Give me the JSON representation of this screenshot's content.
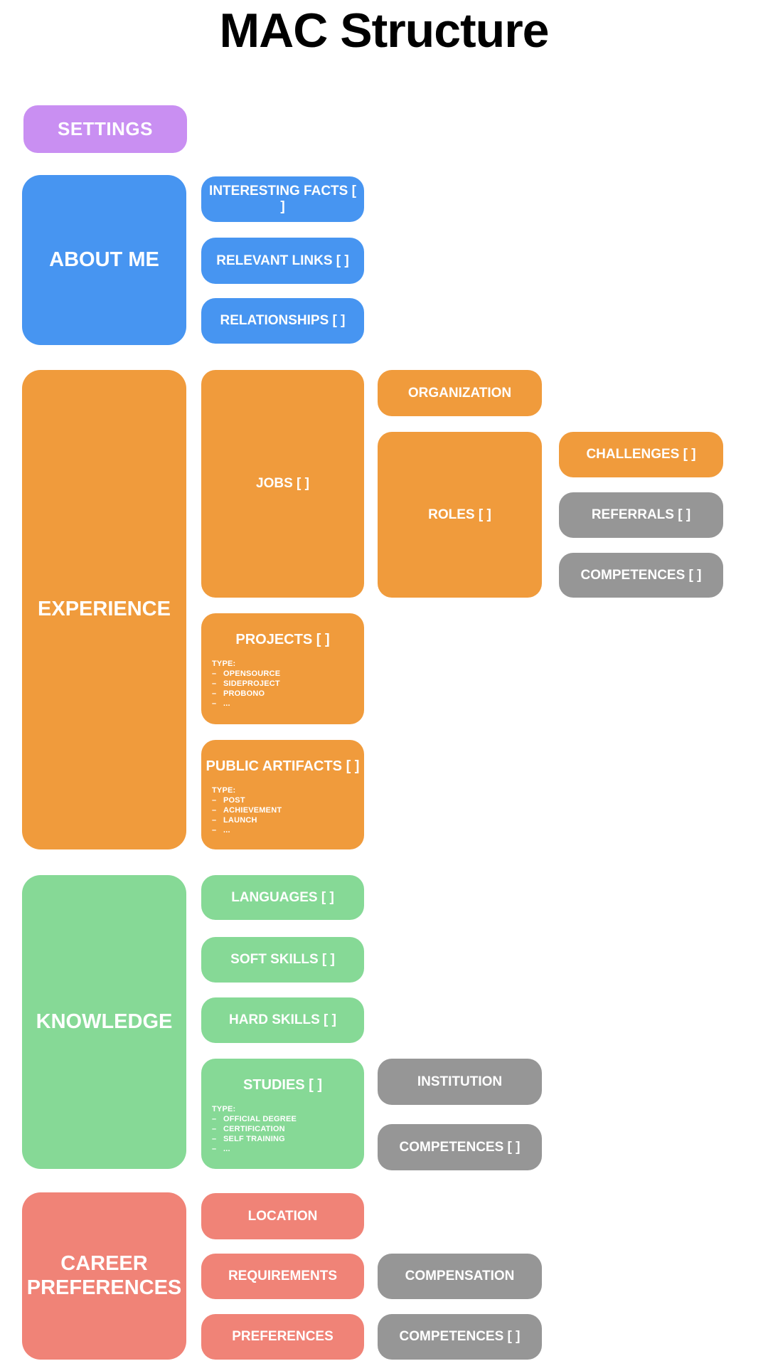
{
  "title": "MAC Structure",
  "bullet": "–",
  "colors": {
    "purple": "#c98ff2",
    "blue": "#4795f1",
    "orange": "#f09b3c",
    "green": "#86d996",
    "gray": "#969696",
    "salmon": "#f08377"
  },
  "settings": {
    "label": "SETTINGS"
  },
  "about_me": {
    "label": "ABOUT ME",
    "interesting_facts": "INTERESTING FACTS [ ]",
    "relevant_links": "RELEVANT LINKS [ ]",
    "relationships": "RELATIONSHIPS [ ]"
  },
  "experience": {
    "label": "EXPERIENCE",
    "jobs": "JOBS [ ]",
    "organization": "ORGANIZATION",
    "roles": "ROLES [ ]",
    "challenges": "CHALLENGES [ ]",
    "referrals": "REFERRALS [ ]",
    "competences": "COMPETENCES [ ]",
    "projects": {
      "label": "PROJECTS [ ]",
      "type_heading": "TYPE:",
      "items": [
        "OPENSOURCE",
        "SIDEPROJECT",
        "PROBONO",
        "..."
      ]
    },
    "public_artifacts": {
      "label": "PUBLIC ARTIFACTS [ ]",
      "type_heading": "TYPE:",
      "items": [
        "POST",
        "ACHIEVEMENT",
        "LAUNCH",
        "..."
      ]
    }
  },
  "knowledge": {
    "label": "KNOWLEDGE",
    "languages": "LANGUAGES [ ]",
    "soft_skills": "SOFT SKILLS [ ]",
    "hard_skills": "HARD SKILLS [ ]",
    "studies": {
      "label": "STUDIES [ ]",
      "type_heading": "TYPE:",
      "items": [
        "OFFICIAL DEGREE",
        "CERTIFICATION",
        "SELF TRAINING",
        "..."
      ]
    },
    "institution": "INSTITUTION",
    "competences": "COMPETENCES [ ]"
  },
  "career_preferences": {
    "label": "CAREER PREFERENCES",
    "location": "LOCATION",
    "requirements": "REQUIREMENTS",
    "preferences": "PREFERENCES",
    "compensation": "COMPENSATION",
    "competences": "COMPETENCES [ ]"
  }
}
